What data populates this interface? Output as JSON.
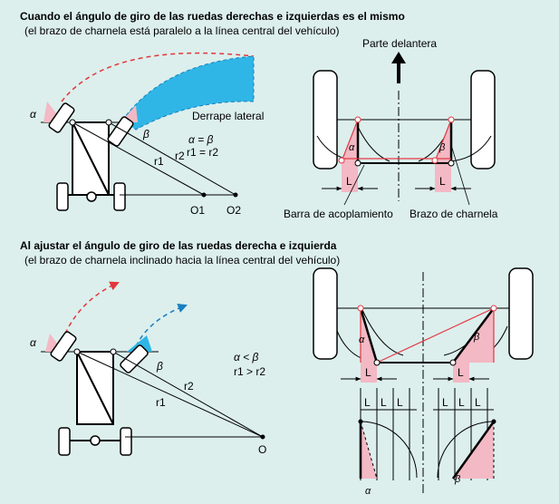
{
  "section1": {
    "title": "Cuando el ángulo de giro de las ruedas derechas e izquierdas es el mismo",
    "subtitle": "(el brazo de charnela está paralelo a la línea central del vehículo)",
    "left": {
      "alpha": "α",
      "beta": "β",
      "slide_label": "Derrape lateral",
      "eq1": "α = β",
      "eq2": "r1 = r2",
      "r1": "r1",
      "r2": "r2",
      "o1": "O1",
      "o2": "O2"
    },
    "right": {
      "front_label": "Parte delantera",
      "alpha": "α",
      "beta": "β",
      "L_left": "L",
      "L_right": "L",
      "tie_rod": "Barra de acoplamiento",
      "knuckle_arm": "Brazo de charnela"
    }
  },
  "section2": {
    "title": "Al ajustar el ángulo de giro de las ruedas derecha e izquierda",
    "subtitle": "(el brazo de charnela inclinado hacia la línea central del vehículo)",
    "left": {
      "alpha": "α",
      "beta": "β",
      "eq1": "α < β",
      "eq2": "r1 > r2",
      "r1": "r1",
      "r2": "r2",
      "o": "O"
    },
    "right": {
      "alpha": "α",
      "beta": "β",
      "L_left": "L",
      "L_right": "L",
      "L_row_left": [
        "L",
        "L",
        "L"
      ],
      "L_row_right": [
        "L",
        "L",
        "L"
      ],
      "alpha_bottom": "α",
      "beta_bottom": "β"
    }
  },
  "colors": {
    "background": "#dcefed",
    "pink": "#f3b9c4",
    "red_line": "#e23a44",
    "blue_fill": "#2fb6e6",
    "blue_arrow": "#1a7fc1",
    "red_arrow": "#e2373b"
  }
}
